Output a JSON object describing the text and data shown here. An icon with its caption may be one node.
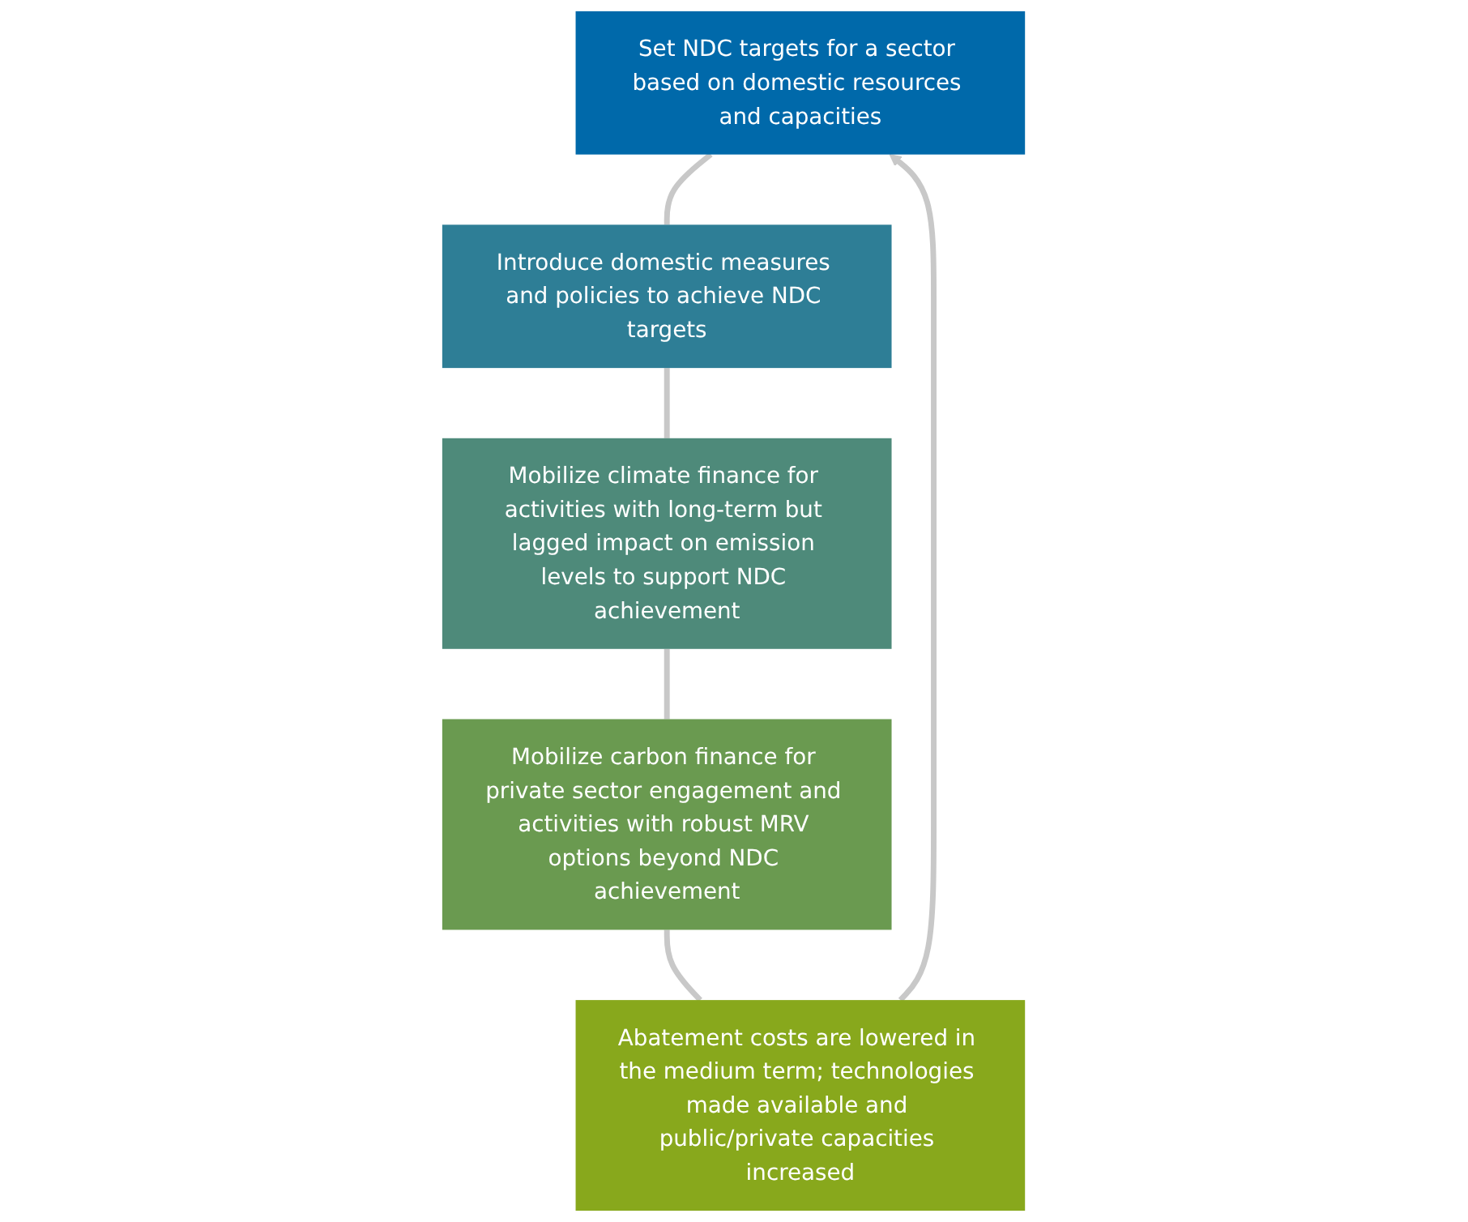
{
  "diagram": {
    "nodes": [
      {
        "text": [
          "Set NDC targets for a sector based on domestic resources and capacities"
        ]
      },
      {
        "text": [
          "Introduce domestic measures and policies to achieve NDC targets"
        ]
      },
      {
        "text": [
          "Mobilize climate finance for activities with long-term but lagged impact on emission levels to support NDC achievement"
        ]
      },
      {
        "text": [
          "Mobilize carbon finance for private sector engagement and activities with robust MRV options beyond NDC achievement"
        ]
      },
      {
        "text": [
          "Abatement costs are lowered in the medium term; technologies made available and public/private capacities increased"
        ]
      }
    ],
    "edges": [
      {
        "from": 0,
        "to": 1,
        "arrow": "none"
      },
      {
        "from": 1,
        "to": 2,
        "arrow": "none"
      },
      {
        "from": 2,
        "to": 3,
        "arrow": "none"
      },
      {
        "from": 3,
        "to": 4,
        "arrow": "none"
      },
      {
        "from": 4,
        "to": 0,
        "arrow": "to"
      }
    ]
  }
}
